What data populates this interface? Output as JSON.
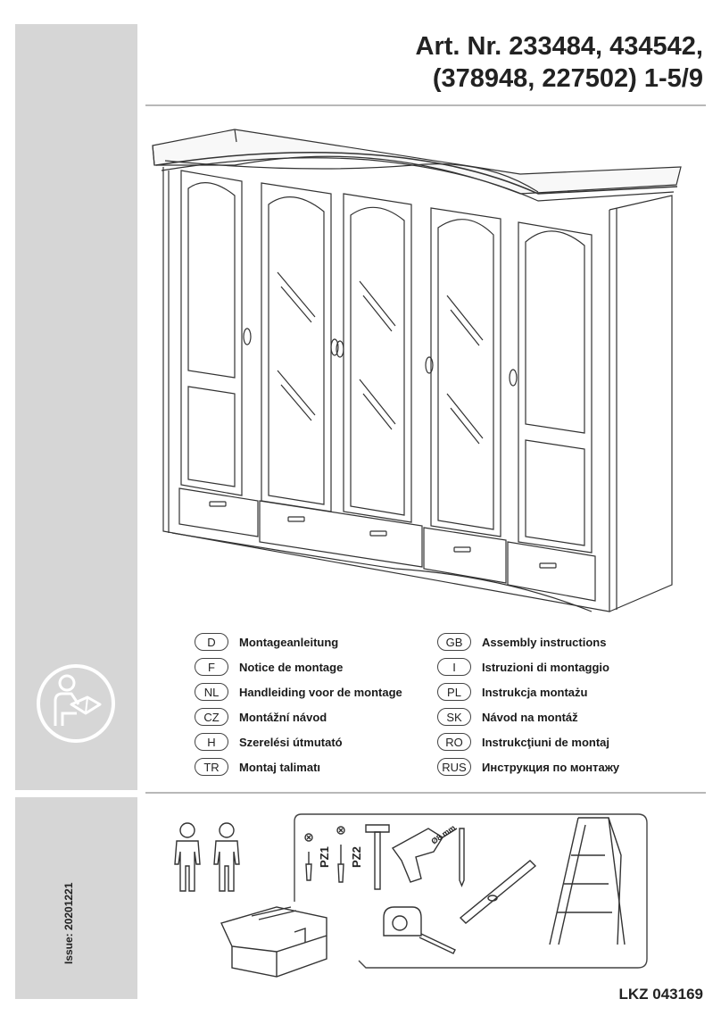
{
  "header": {
    "title_line1": "Art. Nr. 233484, 434542,",
    "title_line2": "(378948, 227502) 1-5/9"
  },
  "languages": [
    {
      "code": "D",
      "label": "Montageanleitung"
    },
    {
      "code": "F",
      "label": "Notice de montage"
    },
    {
      "code": "NL",
      "label": "Handleiding voor de montage"
    },
    {
      "code": "CZ",
      "label": "Montážní návod"
    },
    {
      "code": "H",
      "label": "Szerelési útmutató"
    },
    {
      "code": "TR",
      "label": "Montaj talimatı"
    },
    {
      "code": "GB",
      "label": "Assembly instructions"
    },
    {
      "code": "I",
      "label": "Istruzioni di montaggio"
    },
    {
      "code": "PL",
      "label": "Instrukcja montażu"
    },
    {
      "code": "SK",
      "label": "Návod na montáž"
    },
    {
      "code": "RO",
      "label": "Instrukcţiuni de montaj"
    },
    {
      "code": "RUS",
      "label": "Инструкция по монтажу"
    }
  ],
  "tools": {
    "pz1_label": "PZ1",
    "pz2_label": "PZ2",
    "drill_label": "Ø8 mm"
  },
  "footer": {
    "issue": "Issue: 20201221",
    "lkz": "LKZ 043169"
  },
  "colors": {
    "sidebar": "#d6d6d6",
    "rule": "#b8b8b8",
    "line_art": "#333333"
  }
}
